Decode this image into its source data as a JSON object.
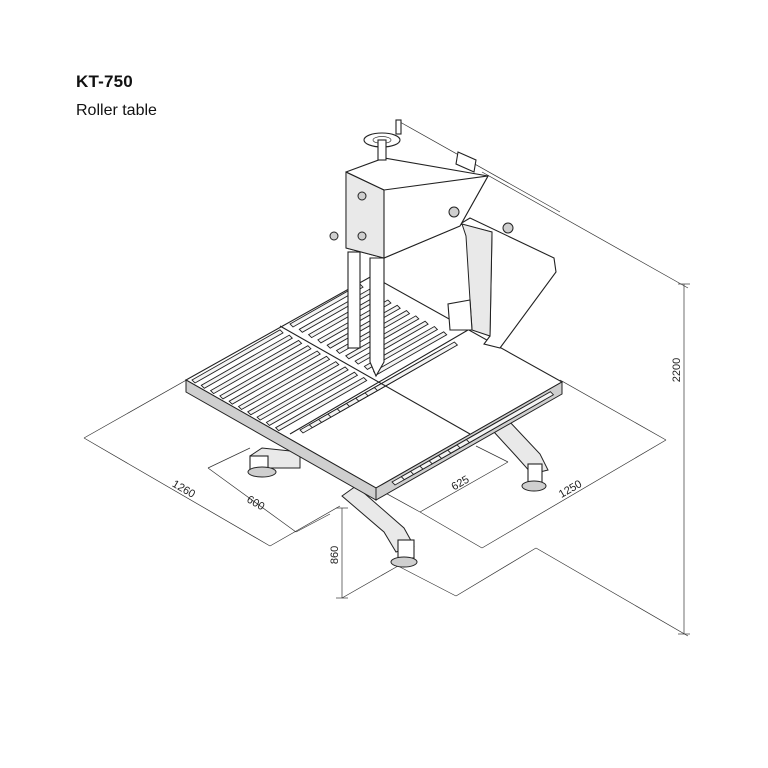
{
  "product": {
    "model": "KT-750",
    "name": "Roller table"
  },
  "dimensions": {
    "height_total": "2200",
    "width_left": "1260",
    "depth_right": "1250",
    "inner_left": "600",
    "inner_center": "625",
    "table_height": "860"
  }
}
